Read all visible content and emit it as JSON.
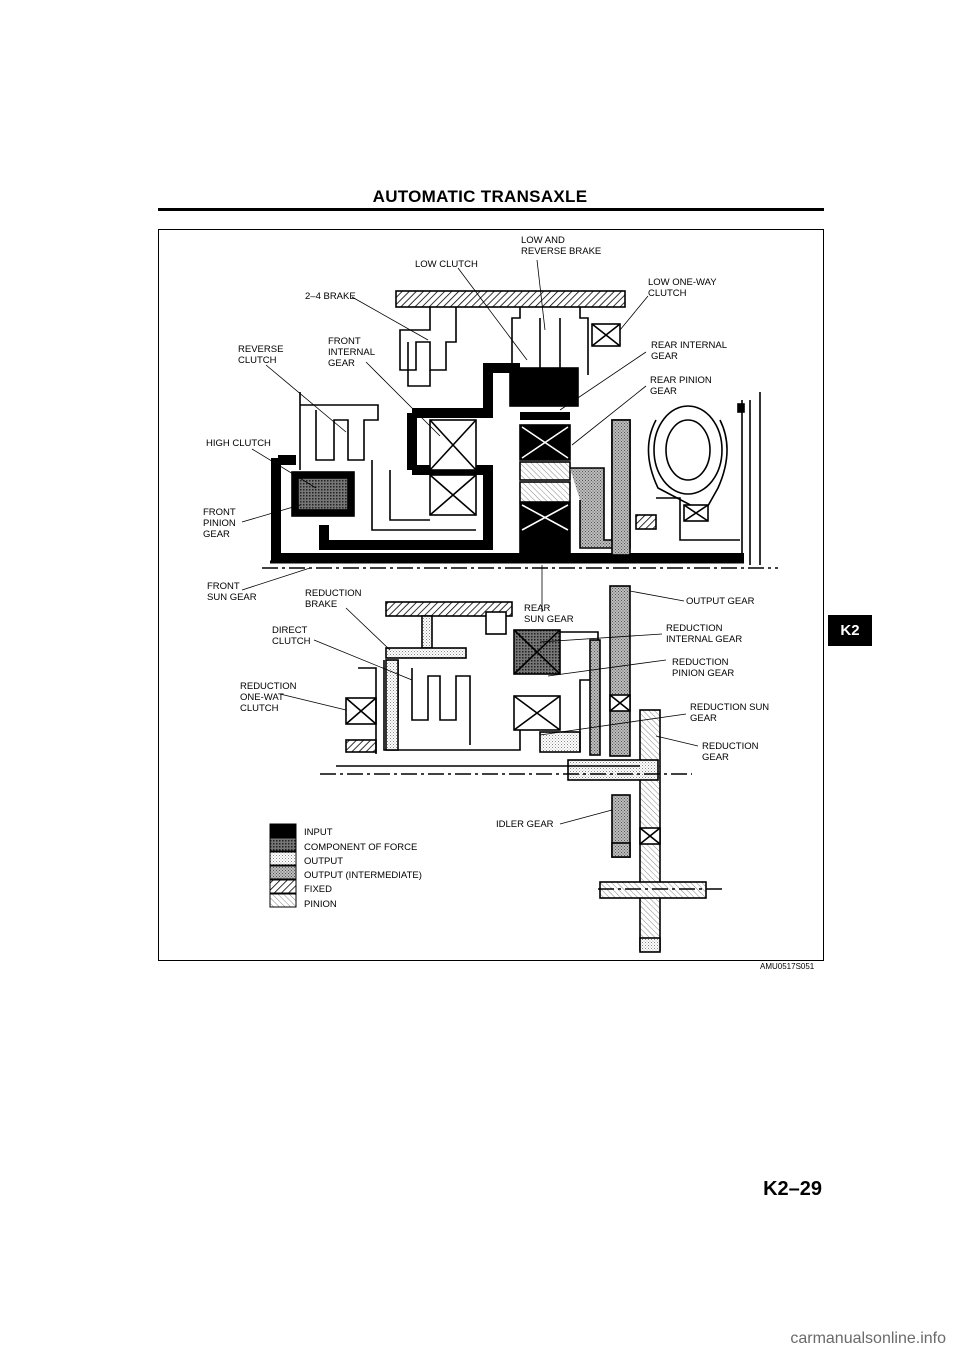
{
  "header": {
    "title": "AUTOMATIC TRANSAXLE"
  },
  "side_tab": "K2",
  "page_number": "K2–29",
  "figure_code": "AMU0517S051",
  "watermark": "carmanualsonline.info",
  "labels": {
    "low_and_reverse_brake": [
      "LOW AND",
      "REVERSE BRAKE"
    ],
    "low_clutch": [
      "LOW CLUTCH"
    ],
    "brake_2_4": [
      "2–4 BRAKE"
    ],
    "low_one_way_clutch": [
      "LOW ONE-WAY",
      "CLUTCH"
    ],
    "reverse_clutch": [
      "REVERSE",
      "CLUTCH"
    ],
    "front_internal_gear": [
      "FRONT",
      "INTERNAL",
      "GEAR"
    ],
    "rear_internal_gear": [
      "REAR INTERNAL",
      "GEAR"
    ],
    "rear_pinion_gear": [
      "REAR PINION",
      "GEAR"
    ],
    "high_clutch": [
      "HIGH CLUTCH"
    ],
    "front_pinion_gear": [
      "FRONT",
      "PINION",
      "GEAR"
    ],
    "front_sun_gear": [
      "FRONT",
      "SUN GEAR"
    ],
    "reduction_brake": [
      "REDUCTION",
      "BRAKE"
    ],
    "rear_sun_gear": [
      "REAR",
      "SUN GEAR"
    ],
    "output_gear": [
      "OUTPUT GEAR"
    ],
    "direct_clutch": [
      "DIRECT",
      "CLUTCH"
    ],
    "reduction_internal_gear": [
      "REDUCTION",
      "INTERNAL GEAR"
    ],
    "reduction_pinion_gear": [
      "REDUCTION",
      "PINION GEAR"
    ],
    "reduction_one_way_clutch": [
      "REDUCTION",
      "ONE-WAT",
      "CLUTCH"
    ],
    "reduction_sun_gear": [
      "REDUCTION SUN",
      "GEAR"
    ],
    "reduction_gear": [
      "REDUCTION",
      "GEAR"
    ],
    "idler_gear": [
      "IDLER GEAR"
    ]
  },
  "legend": [
    {
      "pattern": "input",
      "label": "INPUT"
    },
    {
      "pattern": "force",
      "label": "COMPONENT OF FORCE"
    },
    {
      "pattern": "output",
      "label": "OUTPUT"
    },
    {
      "pattern": "intermediate",
      "label": "OUTPUT (INTERMEDIATE)"
    },
    {
      "pattern": "fixed",
      "label": "FIXED"
    },
    {
      "pattern": "pinion",
      "label": "PINION"
    }
  ],
  "colors": {
    "input": "#000000",
    "ink": "#000000",
    "page": "#ffffff",
    "watermark": "#6a6a6a"
  }
}
